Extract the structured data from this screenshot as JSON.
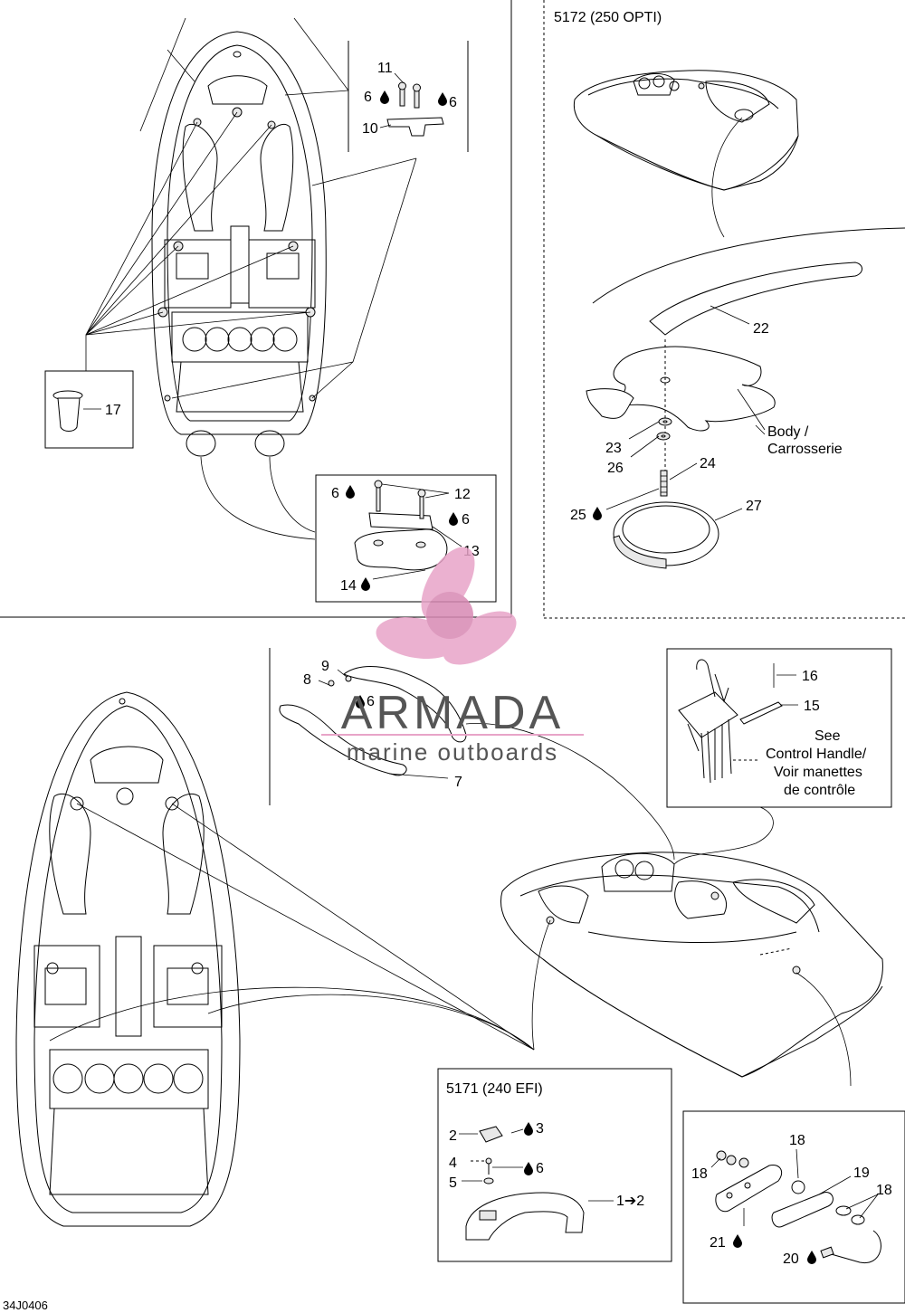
{
  "sections": {
    "top_right_title": "5172 (250 OPTI)",
    "bottom_box_title": "5171 (240 EFI)"
  },
  "labels": {
    "p11": "11",
    "p6a": "6",
    "p6b": "6",
    "p10": "10",
    "p17": "17",
    "p6c": "6",
    "p12": "12",
    "p6d": "6",
    "p13": "13",
    "p14": "14",
    "p22": "22",
    "body": "Body /",
    "carrosserie": "Carrosserie",
    "p23": "23",
    "p26": "26",
    "p24": "24",
    "p25": "25",
    "p27": "27",
    "p9": "9",
    "p8": "8",
    "p6e": "6",
    "p7": "7",
    "p16": "16",
    "p15": "15",
    "see": "See",
    "control_handle": "Control Handle/",
    "voir": "Voir manettes",
    "controle": "de contrôle",
    "p2": "2",
    "p3": "3",
    "p4": "4",
    "p6f": "6",
    "p5": "5",
    "p1to2": "1➔2",
    "p18a": "18",
    "p18b": "18",
    "p18c": "18",
    "p19": "19",
    "p21": "21",
    "p20": "20"
  },
  "watermark": {
    "brand": "ARMADA",
    "tagline": "marine outboards",
    "accent_color": "#e8a4c8"
  },
  "figure_code": "34J0406"
}
